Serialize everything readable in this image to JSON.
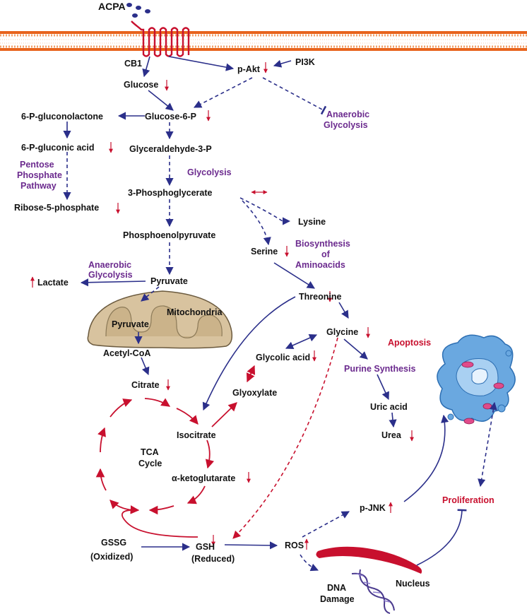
{
  "labels": {
    "acpa": "ACPA",
    "cb1": "CB1",
    "pakt": "p-Akt",
    "pi3k": "PI3K",
    "glucose": "Glucose",
    "anaerobic_top_1": "Anaerobic",
    "anaerobic_top_2": "Glycolysis",
    "gluconolactone": "6-P-gluconolactone",
    "g6p": "Glucose-6-P",
    "gluconic": "6-P-gluconic acid",
    "g3p": "Glyceraldehyde-3-P",
    "pentose_1": "Pentose",
    "pentose_2": "Phosphate",
    "pentose_3": "Pathway",
    "glycolysis": "Glycolysis",
    "pg3": "3-Phosphoglycerate",
    "ribose": "Ribose-5-phosphate",
    "lysine": "Lysine",
    "pep": "Phosphoenolpyruvate",
    "serine": "Serine",
    "biosynth_1": "Biosynthesis",
    "biosynth_2": "of",
    "biosynth_3": "Aminoacids",
    "anaerobic_mid_1": "Anaerobic",
    "anaerobic_mid_2": "Glycolysis",
    "lactate": "Lactate",
    "pyruvate": "Pyruvate",
    "threonine": "Threonine",
    "mitochondria": "Mitochondria",
    "pyruvate_mito": "Pyruvate",
    "glycine": "Glycine",
    "apoptosis": "Apoptosis",
    "acetylcoa": "Acetyl-CoA",
    "glycolic": "Glycolic acid",
    "purine": "Purine Synthesis",
    "citrate": "Citrate",
    "glyoxylate": "Glyoxylate",
    "uric": "Uric acid",
    "isocitrate": "Isocitrate",
    "urea": "Urea",
    "tca_1": "TCA",
    "tca_2": "Cycle",
    "akg": "α-ketoglutarate",
    "proliferation": "Proliferation",
    "pjnk": "p-JNK",
    "gssg_1": "GSSG",
    "gssg_2": "(Oxidized)",
    "gsh_1": "GSH",
    "gsh_2": "(Reduced)",
    "ros": "ROS",
    "nucleus": "Nucleus",
    "dna_1": "DNA",
    "dna_2": "Damage"
  },
  "colors": {
    "arrow_blue": "#2b2f8a",
    "arrow_red": "#c8102e",
    "pathway_purple": "#6b2a8e",
    "membrane_orange": "#e8631c",
    "mitochondria_fill": "#d8c39f",
    "cell_blue": "#6aa8e0"
  }
}
